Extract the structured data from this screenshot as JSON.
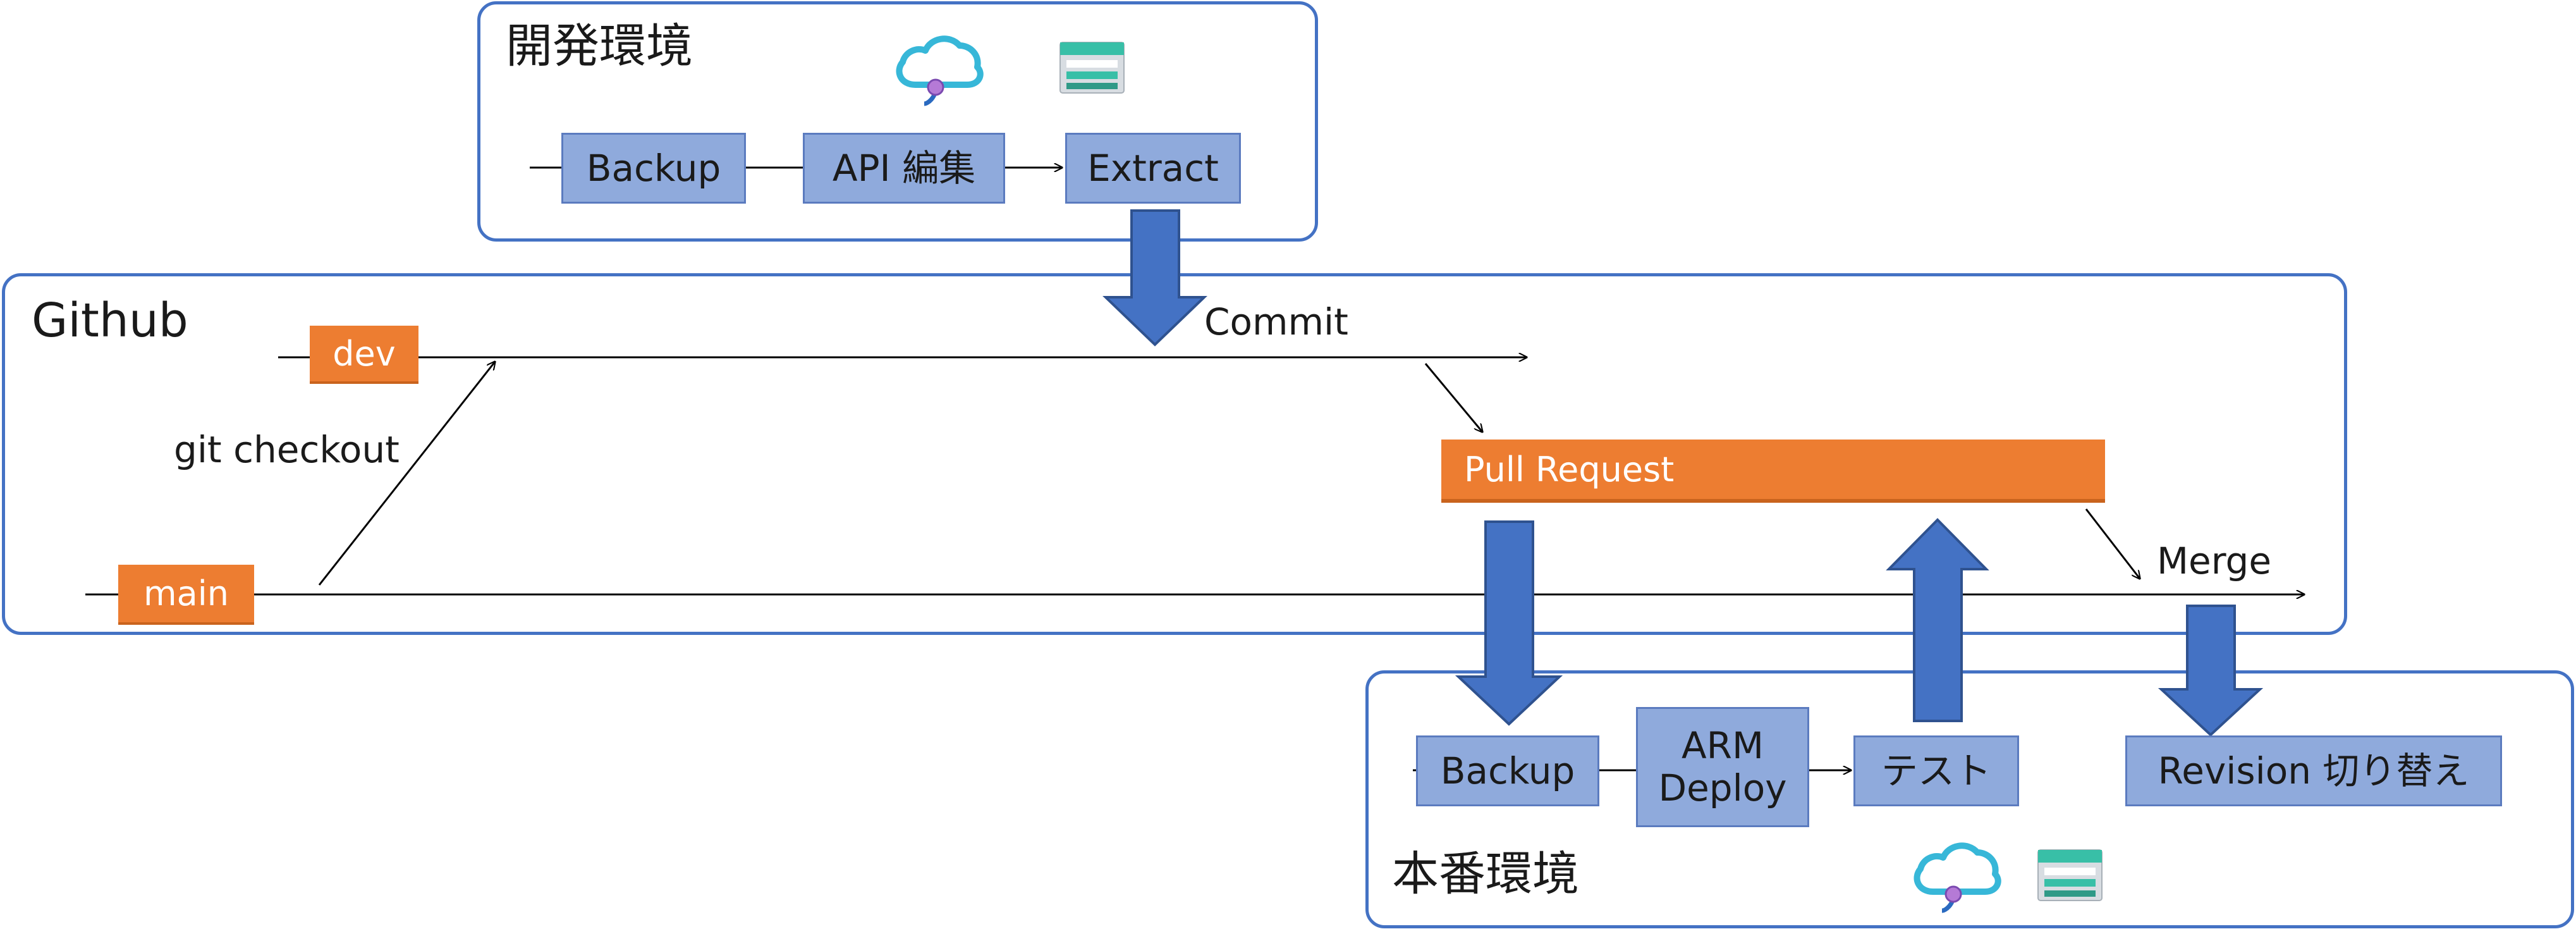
{
  "dev_env": {
    "title": "開発環境",
    "steps": [
      "Backup",
      "API 編集",
      "Extract"
    ],
    "icons": [
      "cloud-icon",
      "storage-table-icon"
    ]
  },
  "github": {
    "title": "Github",
    "branches": {
      "dev": "dev",
      "main": "main"
    },
    "labels": {
      "commit": "Commit",
      "checkout": "git checkout",
      "merge": "Merge"
    },
    "pull_request": "Pull Request"
  },
  "prod_env": {
    "title": "本番環境",
    "steps": [
      "Backup",
      "ARM\nDeploy",
      "テスト",
      "Revision 切り替え"
    ],
    "icons": [
      "cloud-icon",
      "storage-table-icon"
    ]
  },
  "colors": {
    "container_border": "#4472c4",
    "step_fill": "#8faadc",
    "branch_fill": "#ed7d31",
    "block_arrow": "#4472c4"
  }
}
